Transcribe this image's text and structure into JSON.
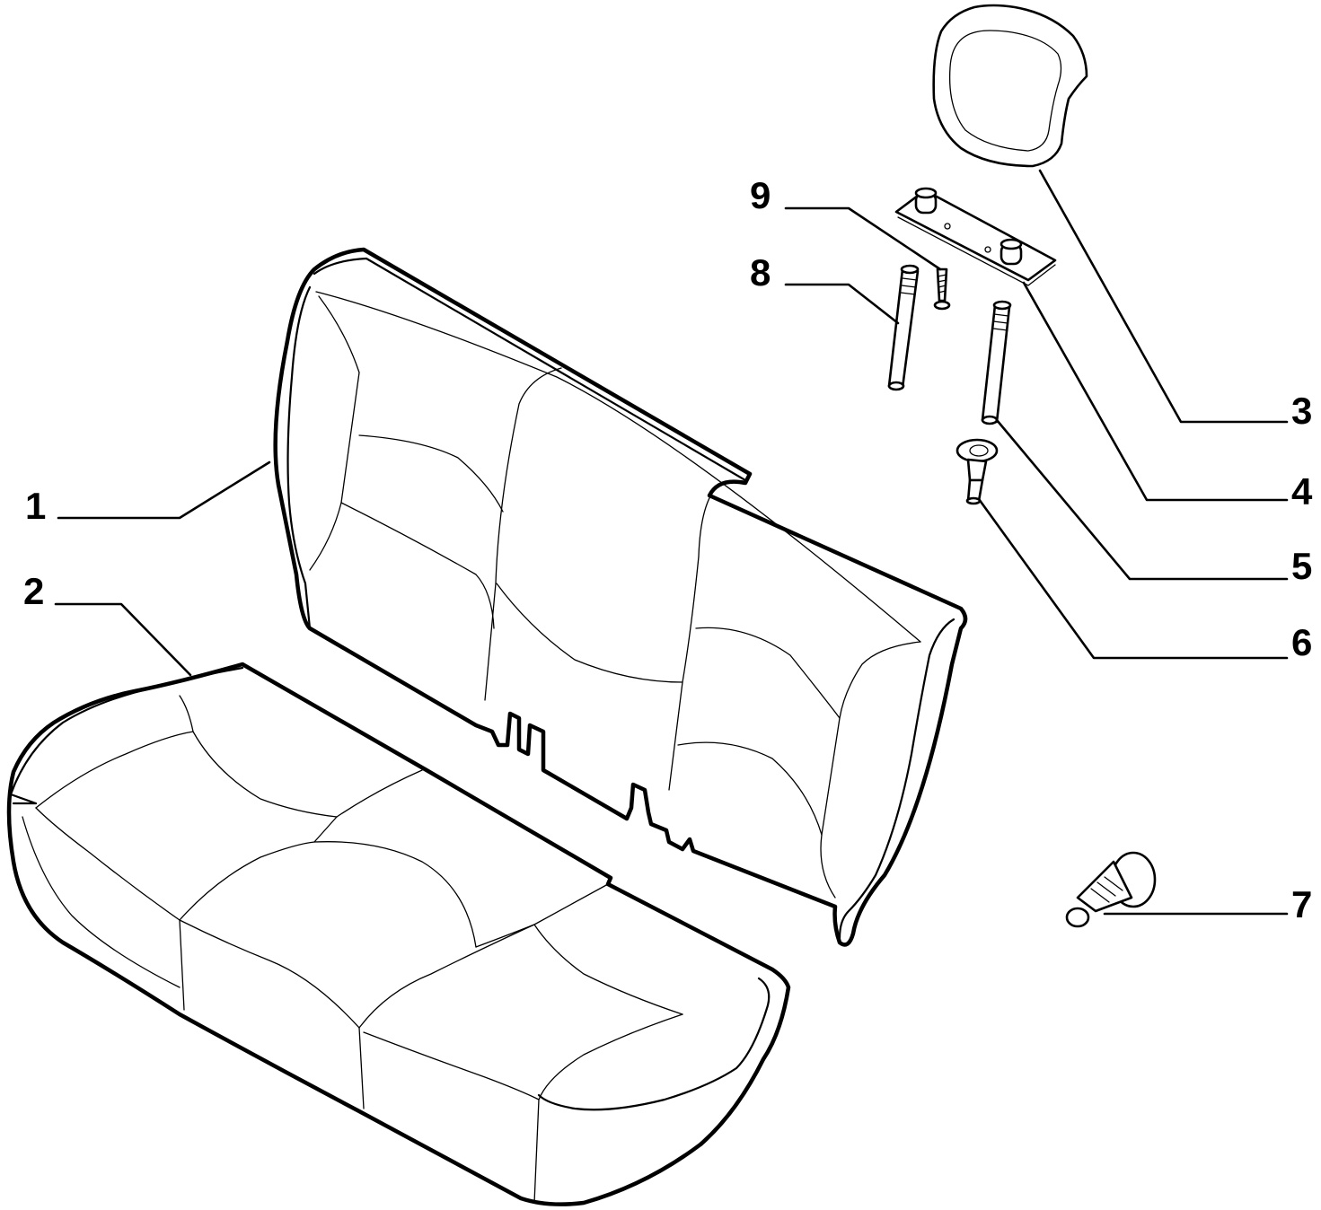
{
  "diagram": {
    "type": "exploded-parts-diagram",
    "subject": "rear bench seat",
    "line_color": "#000000",
    "background": "#ffffff",
    "callouts": [
      {
        "id": "1",
        "label": "1",
        "part": "seat-backrest"
      },
      {
        "id": "2",
        "label": "2",
        "part": "seat-cushion"
      },
      {
        "id": "3",
        "label": "3",
        "part": "headrest"
      },
      {
        "id": "4",
        "label": "4",
        "part": "headrest-mounting-plate"
      },
      {
        "id": "5",
        "label": "5",
        "part": "headrest-guide-rod"
      },
      {
        "id": "6",
        "label": "6",
        "part": "headrest-guide-bushing"
      },
      {
        "id": "7",
        "label": "7",
        "part": "mounting-stud"
      },
      {
        "id": "8",
        "label": "8",
        "part": "headrest-rod"
      },
      {
        "id": "9",
        "label": "9",
        "part": "screw"
      }
    ]
  }
}
